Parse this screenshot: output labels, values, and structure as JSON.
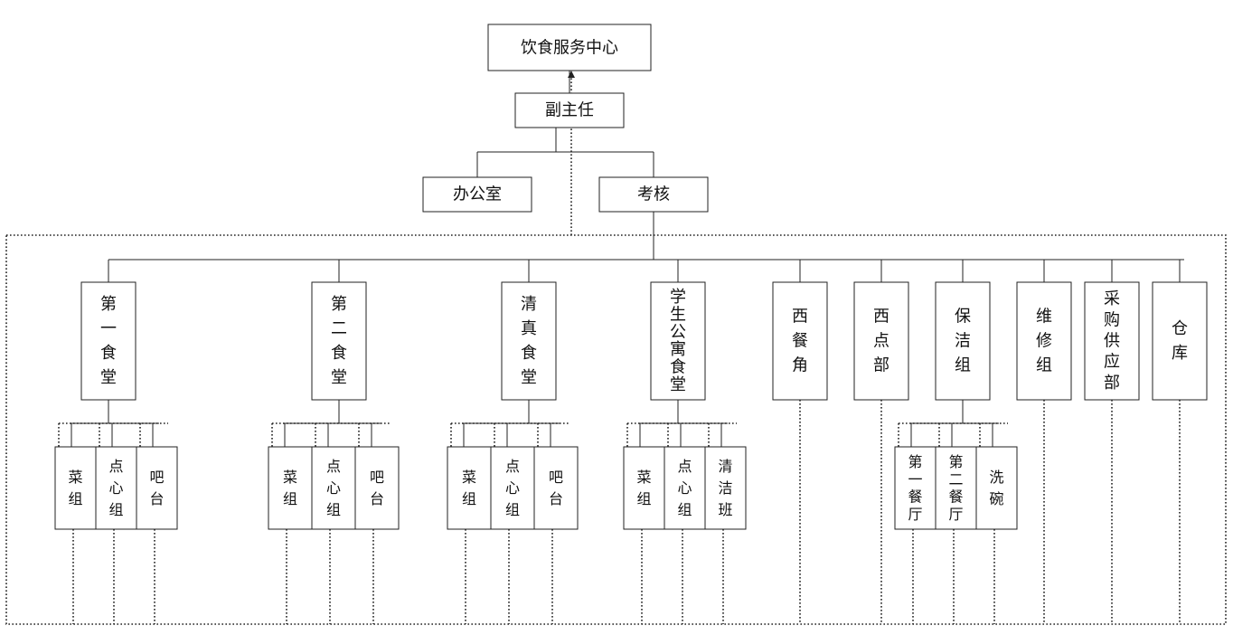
{
  "center": "饮食服务中心",
  "deputy": "副主任",
  "office": "办公室",
  "assess": "考核",
  "departments": [
    {
      "id": "canteen1",
      "label": "第一食堂",
      "subs": [
        {
          "id": "cai",
          "label": "菜组"
        },
        {
          "id": "dianxin",
          "label": "点心组"
        },
        {
          "id": "ba",
          "label": "吧台"
        }
      ]
    },
    {
      "id": "canteen2",
      "label": "第二食堂",
      "subs": [
        {
          "id": "cai",
          "label": "菜组"
        },
        {
          "id": "dianxin",
          "label": "点心组"
        },
        {
          "id": "ba",
          "label": "吧台"
        }
      ]
    },
    {
      "id": "halal",
      "label": "清真食堂",
      "subs": [
        {
          "id": "cai",
          "label": "菜组"
        },
        {
          "id": "dianxin",
          "label": "点心组"
        },
        {
          "id": "ba",
          "label": "吧台"
        }
      ]
    },
    {
      "id": "student-apt",
      "label": "学生公寓食堂",
      "subs": [
        {
          "id": "cai",
          "label": "菜组"
        },
        {
          "id": "dianxin",
          "label": "点心组"
        },
        {
          "id": "qingjie",
          "label": "清洁班"
        }
      ]
    },
    {
      "id": "western-corner",
      "label": "西餐角",
      "subs": []
    },
    {
      "id": "pastry",
      "label": "西点部",
      "subs": []
    },
    {
      "id": "cleaning",
      "label": "保洁组",
      "subs": [
        {
          "id": "hall1",
          "label": "第一餐厅"
        },
        {
          "id": "hall2",
          "label": "第二餐厅"
        },
        {
          "id": "dish",
          "label": "洗碗"
        }
      ]
    },
    {
      "id": "maintenance",
      "label": "维修组",
      "subs": []
    },
    {
      "id": "purchase",
      "label": "采购供应部",
      "subs": []
    },
    {
      "id": "warehouse",
      "label": "仓库",
      "subs": []
    }
  ]
}
